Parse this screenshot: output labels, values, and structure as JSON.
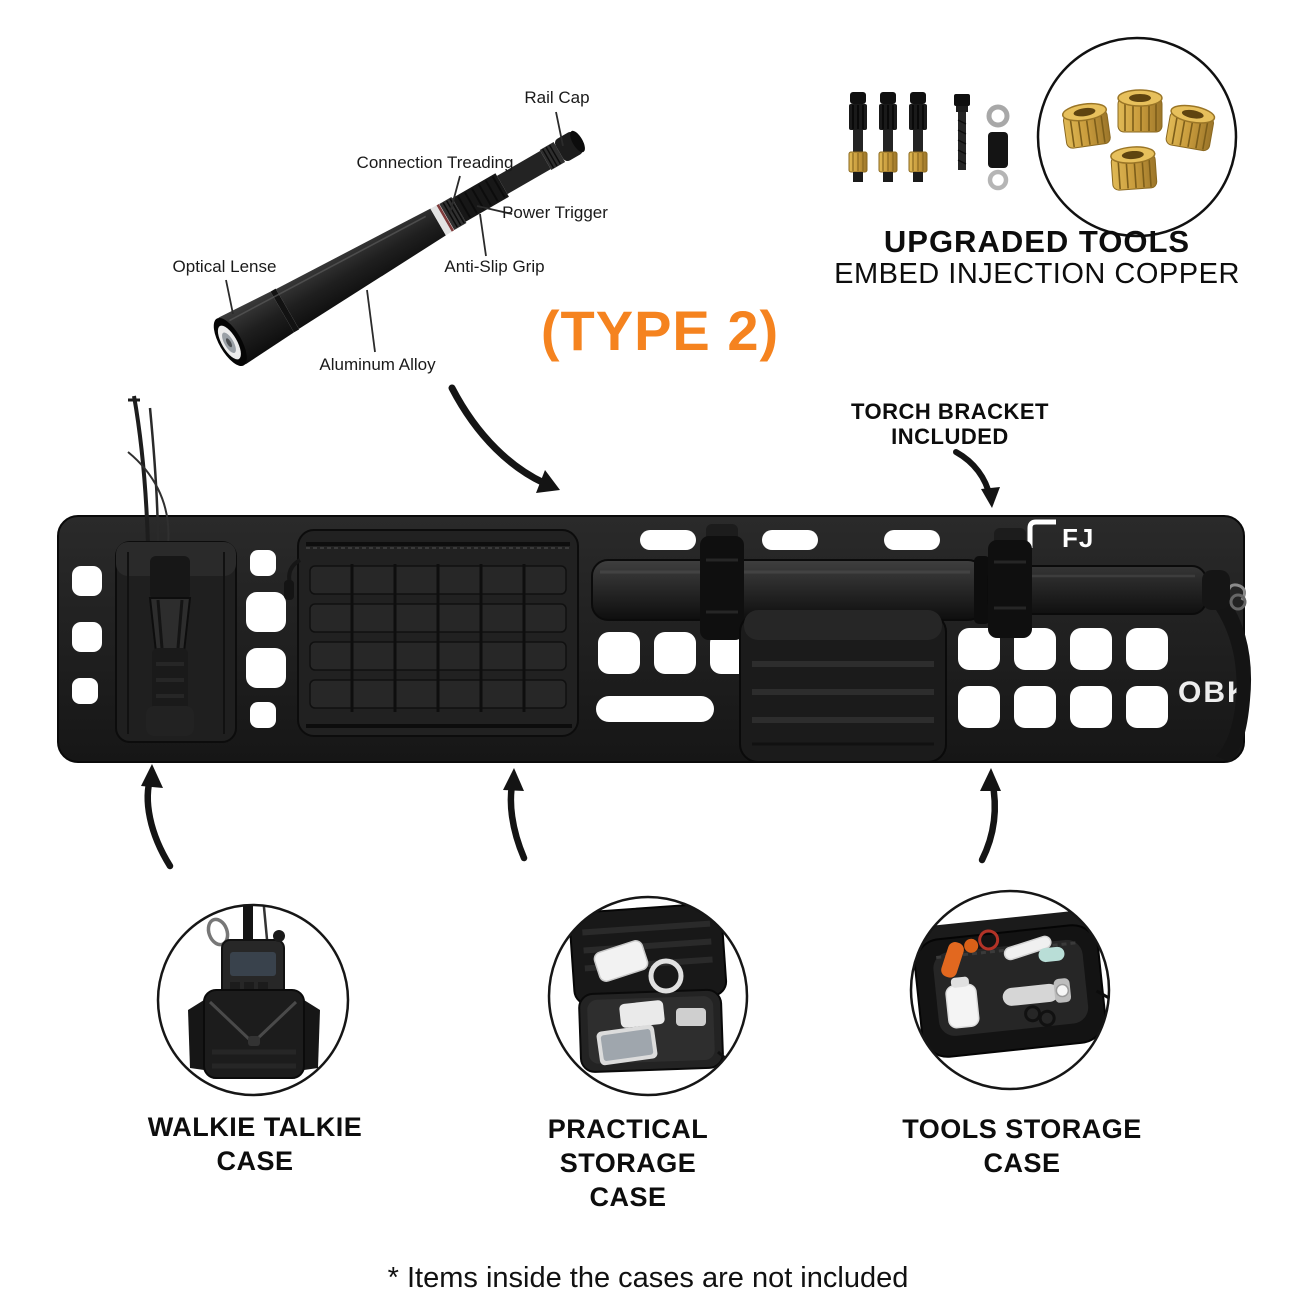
{
  "colors": {
    "accent_orange": "#F5831F",
    "panel_black": "#1D1D1D",
    "brass": "#C89B3C",
    "text": "#111111"
  },
  "torch_diagram": {
    "rail_cap": "Rail Cap",
    "connection_treading": "Connection Treading",
    "power_trigger": "Power Trigger",
    "anti_slip_grip": "Anti-Slip Grip",
    "optical_lense": "Optical Lense",
    "aluminum_alloy": "Aluminum Alloy"
  },
  "type_label": "(TYPE 2)",
  "upgraded_tools": {
    "title": "UPGRADED TOOLS",
    "subtitle": "EMBED INJECTION COPPER"
  },
  "torch_bracket_note": {
    "line1": "TORCH BRACKET",
    "line2": "INCLUDED"
  },
  "panel": {
    "brand": "OBK",
    "logo_cutout": "FJ"
  },
  "cases": [
    {
      "line1": "WALKIE TALKIE",
      "line2": "CASE"
    },
    {
      "line1": "PRACTICAL STORAGE",
      "line2": "CASE"
    },
    {
      "line1": "TOOLS STORAGE",
      "line2": "CASE"
    }
  ],
  "footnote": "* Items inside the cases are not included"
}
